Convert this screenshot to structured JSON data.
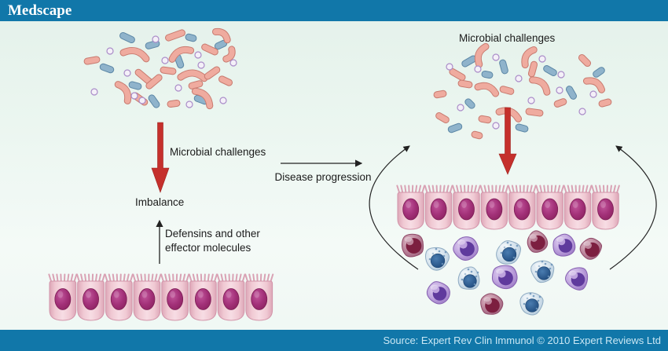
{
  "header": {
    "logo": "Medscape"
  },
  "footer": {
    "source": "Source: Expert Rev Clin Immunol © 2010 Expert Reviews Ltd"
  },
  "diagram": {
    "left": {
      "microbial_challenges": "Microbial challenges",
      "imbalance": "Imbalance",
      "defensins": "Defensins and other\neffector molecules"
    },
    "middle": {
      "disease_progression": "Disease progression"
    },
    "right": {
      "microbial_challenges": "Microbial challenges"
    }
  },
  "colors": {
    "header_bg": "#1177a9",
    "footer_text": "#c9e7f4",
    "background_top": "#e4f1ea",
    "background_bottom": "#f4faf7",
    "text": "#1b1b1b",
    "arrow_red": "#c5302c",
    "arrow_red_edge": "#9d221f",
    "thin_arrow": "#222222",
    "bacteria_pink": "#efab9f",
    "bacteria_pink_stroke": "#c87a6f",
    "bacteria_blue": "#8fb3cb",
    "bacteria_blue_stroke": "#5c87a6",
    "coccus_fill": "#f4f0f8",
    "coccus_stroke": "#aa8cc8",
    "cell_edge": "#dda6b7",
    "cell_mid": "#f7dde4",
    "cell_stroke": "#d294a9",
    "nucleus_dark": "#8c2260",
    "nucleus_light": "#c1569b",
    "immune_blue_body": "#d7e4ee",
    "immune_blue_nucleus": "#2e5e91",
    "immune_purple_body": "#c2a8e0",
    "immune_purple_nucleus": "#5f3a9d",
    "immune_maroon_body": "#c08ba0",
    "immune_maroon_nucleus": "#7c1f40"
  }
}
